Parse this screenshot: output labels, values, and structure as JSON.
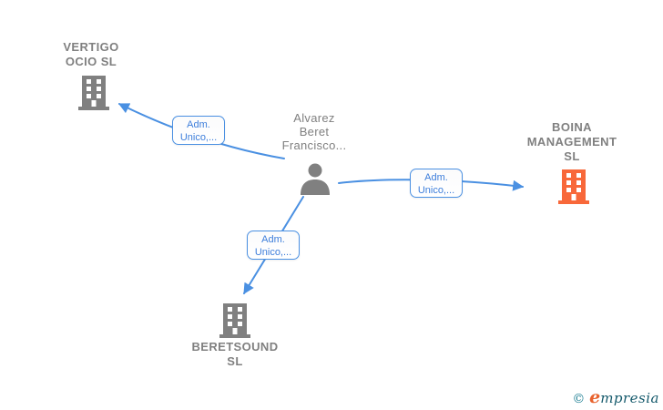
{
  "diagram": {
    "type": "corporate-network-graph",
    "colors": {
      "edge_blue": "#4a90e2",
      "edge_label_text": "#3d7edb",
      "node_gray": "#808080",
      "building_orange": "#f8683a",
      "watermark_teal": "#14596b",
      "watermark_orange": "#e8622d"
    },
    "nodes": {
      "person": {
        "icon": "person-icon",
        "name_lines": [
          "Alvarez",
          "Beret",
          "Francisco..."
        ]
      },
      "vertigo": {
        "icon": "building-icon",
        "name_lines": [
          "VERTIGO",
          "OCIO  SL"
        ]
      },
      "boina": {
        "icon": "building-icon",
        "name_lines": [
          "BOINA",
          "MANAGEMENT",
          "SL"
        ]
      },
      "beretsound": {
        "icon": "building-icon",
        "name_lines": [
          "BERETSOUND",
          "SL"
        ]
      }
    },
    "edges": [
      {
        "from": "person",
        "to": "vertigo",
        "label_lines": [
          "Adm.",
          "Unico,..."
        ]
      },
      {
        "from": "person",
        "to": "boina",
        "label_lines": [
          "Adm.",
          "Unico,..."
        ]
      },
      {
        "from": "person",
        "to": "beretsound",
        "label_lines": [
          "Adm.",
          "Unico,..."
        ]
      }
    ],
    "watermark": {
      "symbol": "©",
      "brand_initial": "e",
      "brand_rest": "mpresia"
    }
  }
}
